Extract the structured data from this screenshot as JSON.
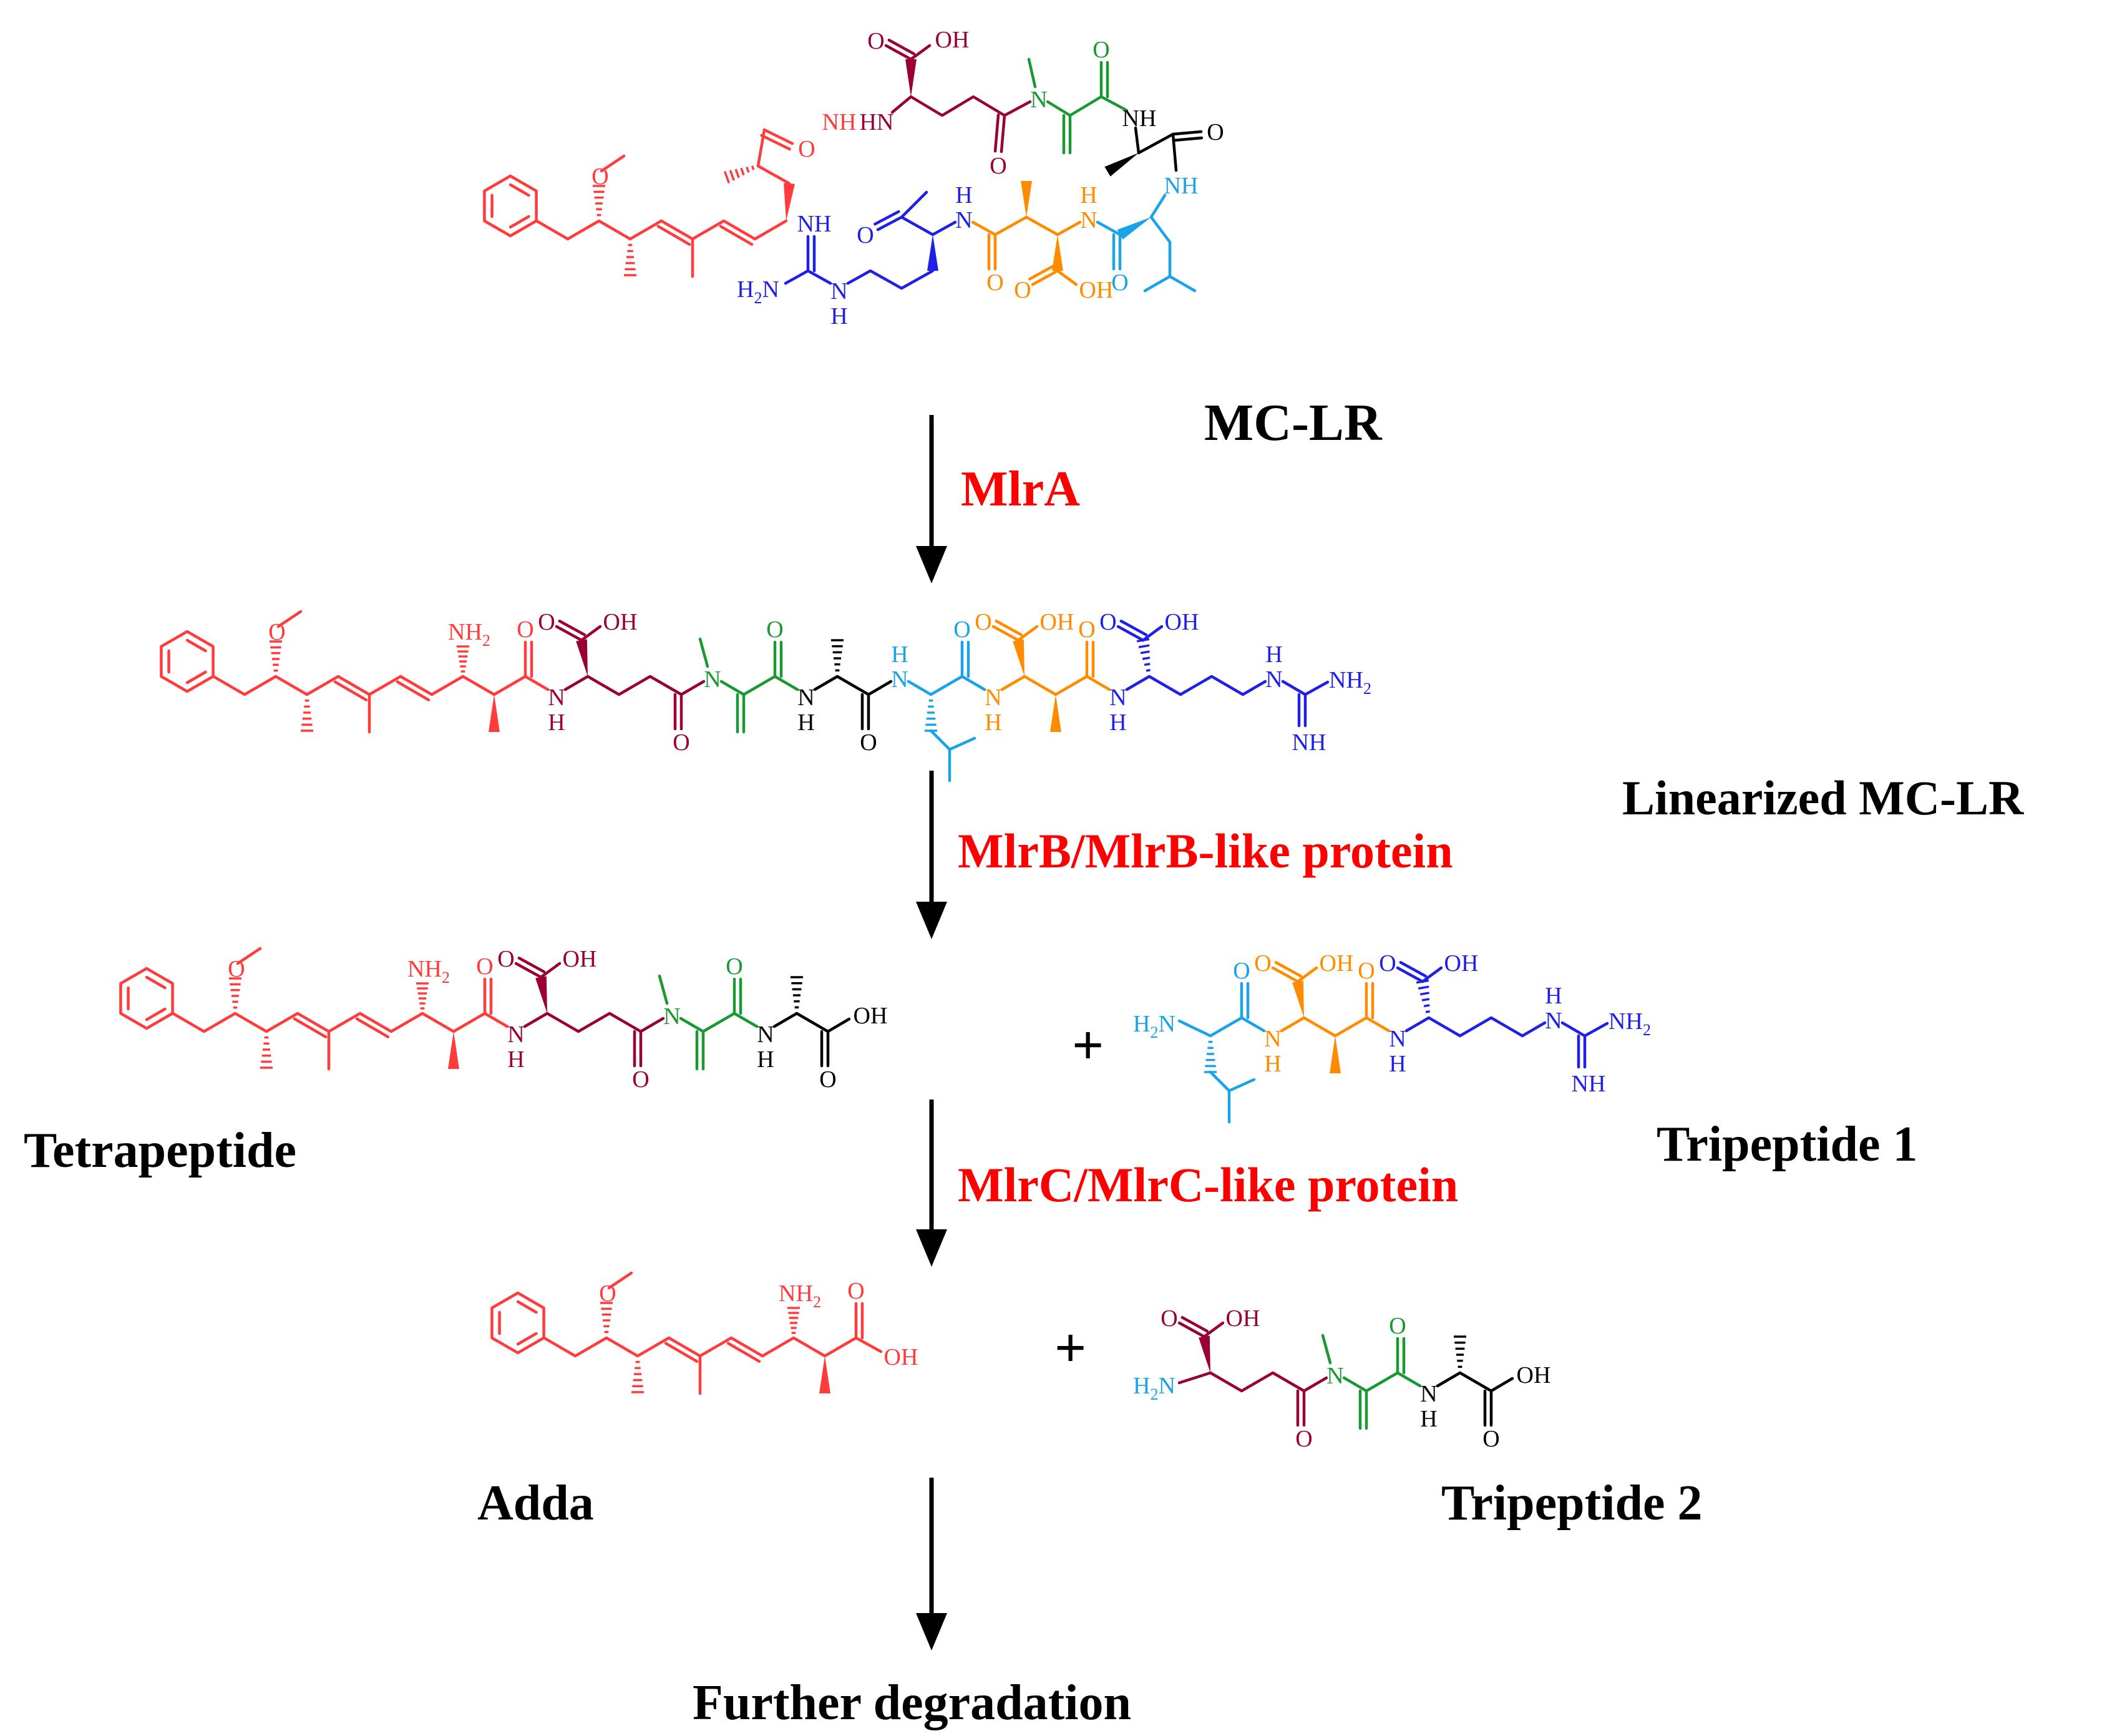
{
  "colors": {
    "adda": "#ff3b3b",
    "glu": "#990033",
    "mdha": "#1a9933",
    "ala": "#000000",
    "leu": "#1aa3e8",
    "masp": "#ff8c00",
    "arg": "#1f1fe6",
    "enzyme": "#ff0000",
    "arrow": "#000000"
  },
  "compounds": {
    "mclr": "MC-LR",
    "linearized": "Linearized MC-LR",
    "tetrapeptide": "Tetrapeptide",
    "tripeptide1": "Tripeptide 1",
    "adda": "Adda",
    "tripeptide2": "Tripeptide 2",
    "final": "Further degradation"
  },
  "enzymes": {
    "step1": "MlrA",
    "step2": "MlrB/MlrB-like protein",
    "step3": "MlrC/MlrC-like protein"
  },
  "symbols": {
    "plus": "+"
  },
  "atoms": {
    "oh": "OH",
    "o": "O",
    "n": "N",
    "nh": "NH",
    "hn": "HN",
    "h": "H",
    "nh2": "NH",
    "sub2": "2",
    "h2n": "H",
    "h2n_n": "N"
  }
}
